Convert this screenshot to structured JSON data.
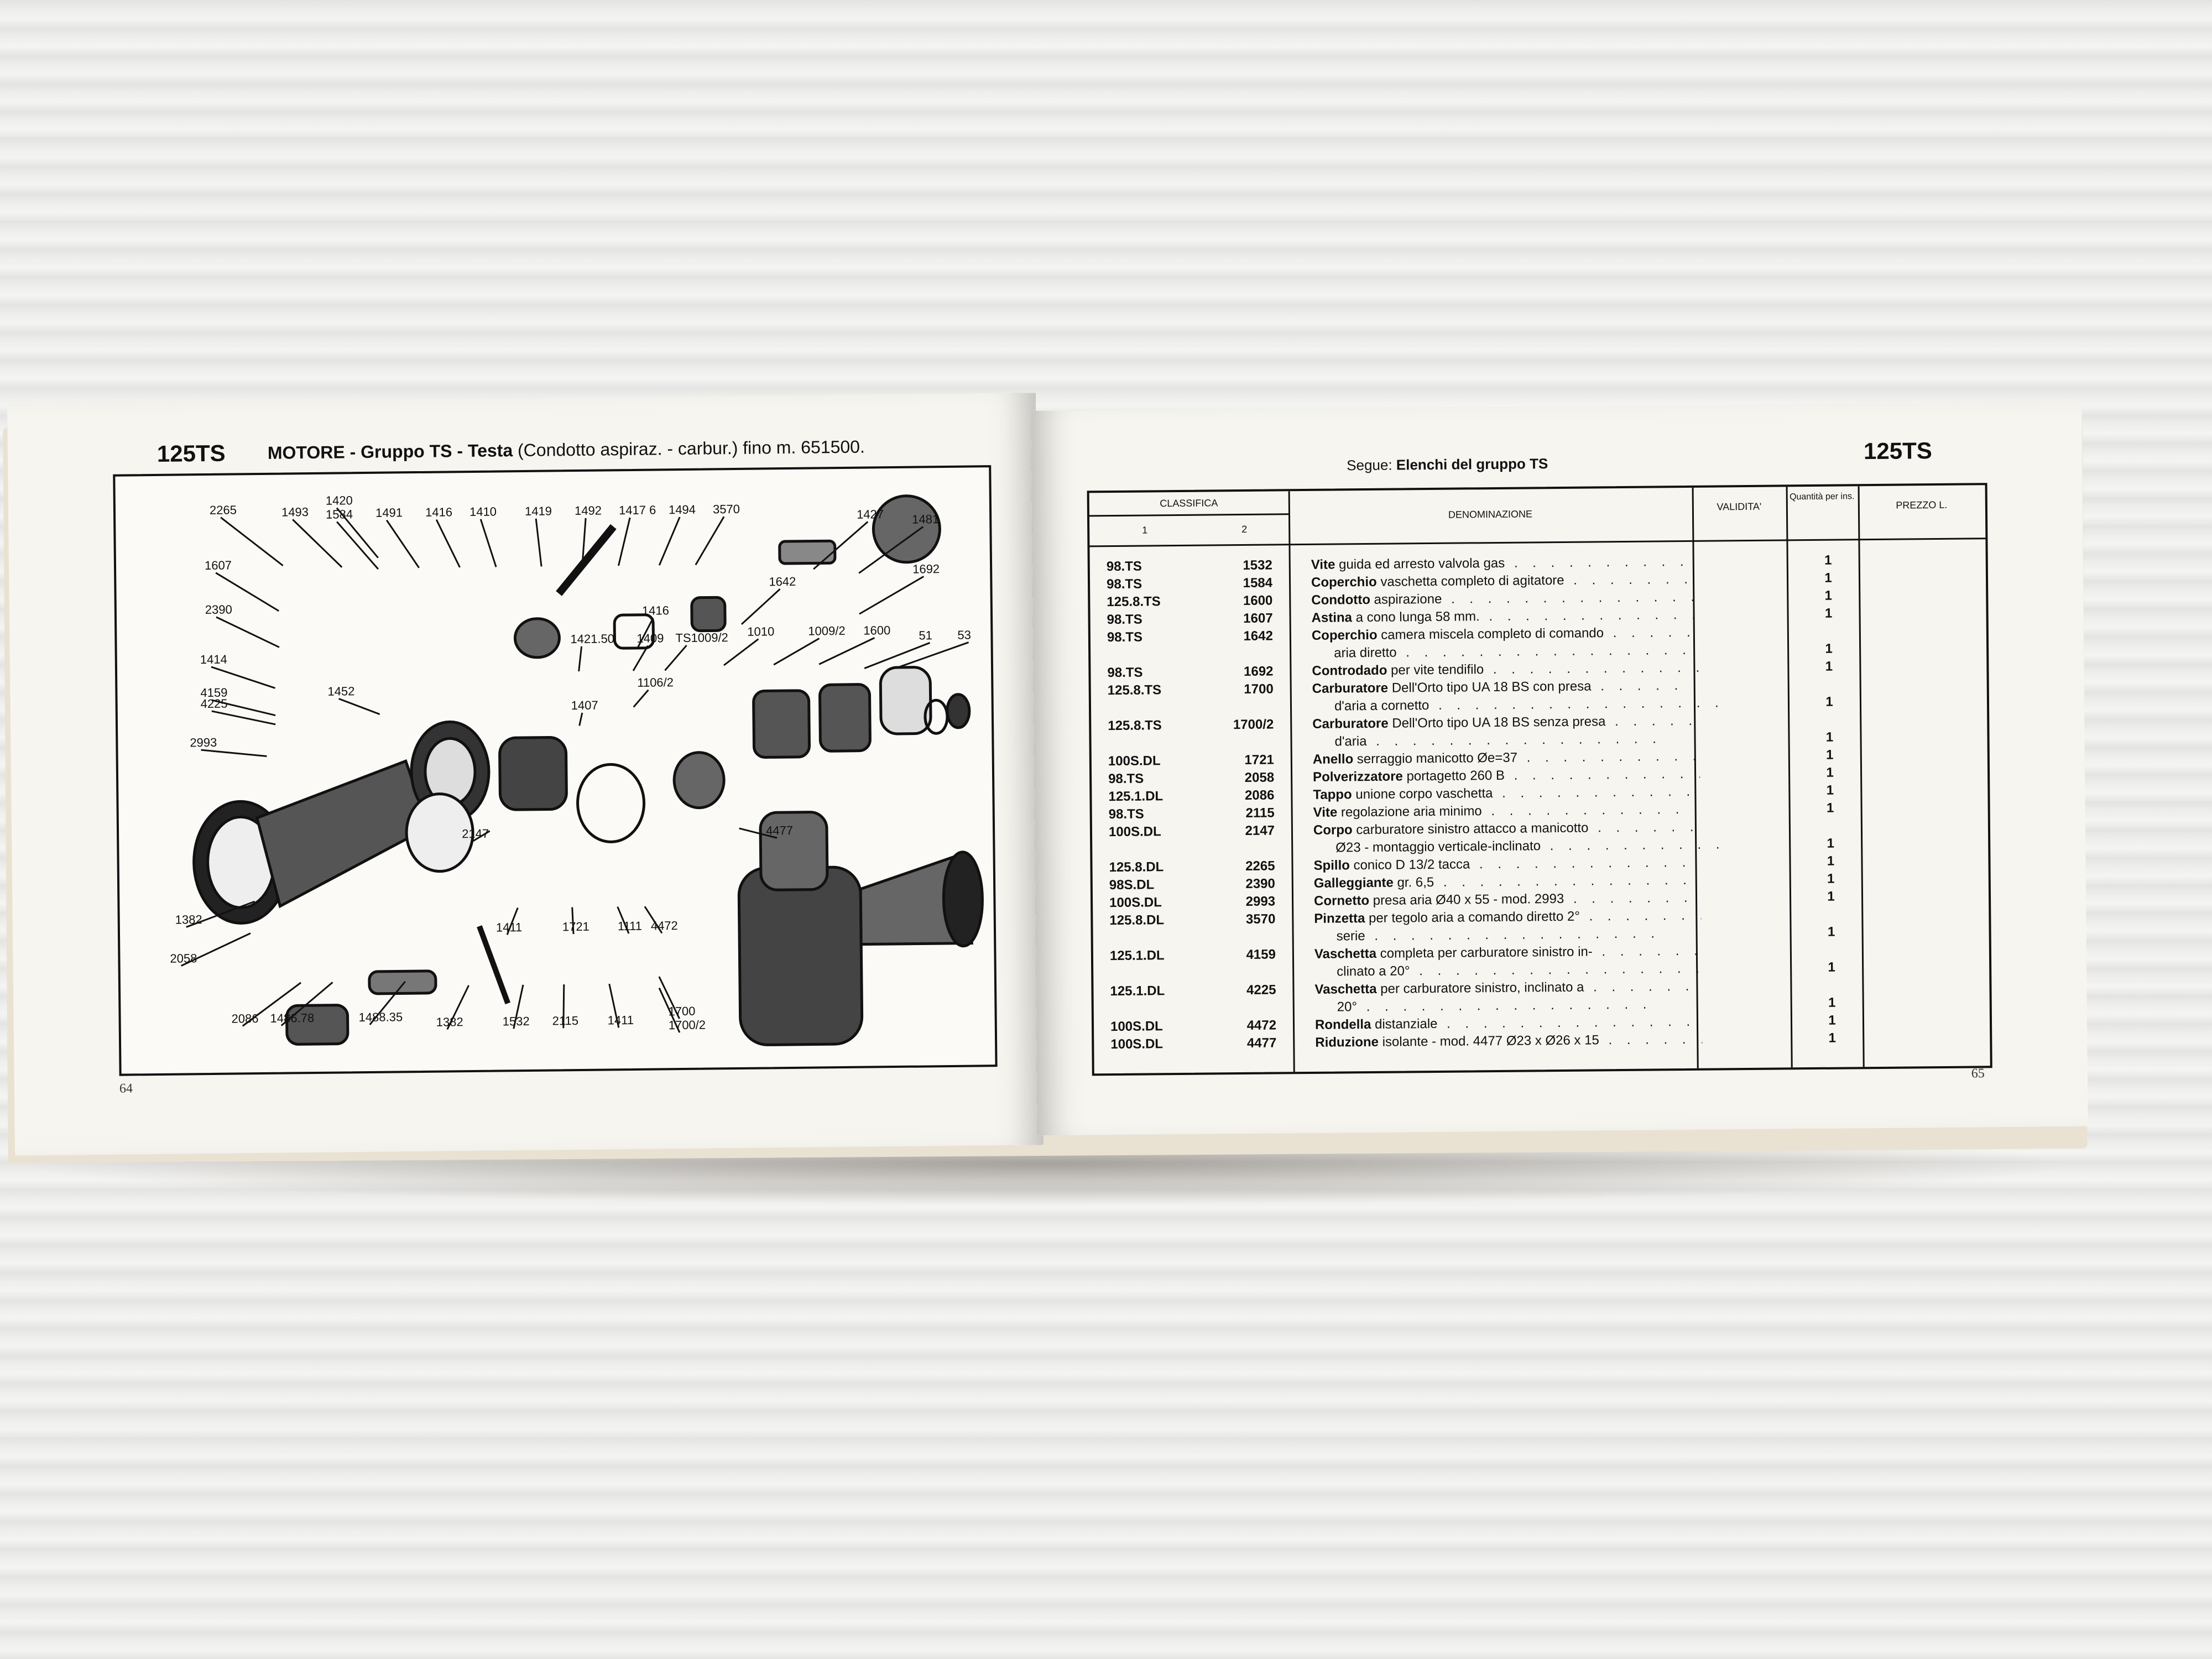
{
  "left_page": {
    "model": "125TS",
    "title_bold": "MOTORE - Gruppo TS - Testa",
    "title_rest": " (Condotto aspiraz. - carbur.) fino m. 651500.",
    "page_number": "64",
    "diagram_labels": [
      "2265",
      "1493",
      "1420",
      "1584",
      "1491",
      "1416",
      "1410",
      "1419",
      "1492",
      "1417 6",
      "1494",
      "3570",
      "1427",
      "1481",
      "1607",
      "1692",
      "1642",
      "2390",
      "1416",
      "1421.50",
      "1409",
      "TS1009/2",
      "1010",
      "1009/2",
      "1600",
      "51",
      "53",
      "1414",
      "4159",
      "4225",
      "1452",
      "1106/2",
      "1407",
      "2993",
      "2147",
      "4477",
      "1382",
      "1411",
      "1721",
      "1111",
      "4472",
      "2058",
      "2086",
      "1486.78",
      "1488.35",
      "1382",
      "1532",
      "2115",
      "1411",
      "1700",
      "1700/2"
    ]
  },
  "right_page": {
    "model": "125TS",
    "segue_prefix": "Segue: ",
    "segue_bold": "Elenchi del gruppo TS",
    "page_number": "65",
    "headers": {
      "classifica": "CLASSIFICA",
      "classifica_1": "1",
      "classifica_2": "2",
      "denominazione": "DENOMINAZIONE",
      "validita": "VALIDITA'",
      "quantita": "Quantità per ins.",
      "prezzo": "PREZZO L."
    },
    "rows": [
      {
        "c1": "98.TS",
        "c2": "1532",
        "name": "Vite",
        "desc": " guida ed arresto valvola gas",
        "qty": "1"
      },
      {
        "c1": "98.TS",
        "c2": "1584",
        "name": "Coperchio",
        "desc": " vaschetta completo di agitatore",
        "qty": "1"
      },
      {
        "c1": "125.8.TS",
        "c2": "1600",
        "name": "Condotto",
        "desc": " aspirazione",
        "qty": "1"
      },
      {
        "c1": "98.TS",
        "c2": "1607",
        "name": "Astina",
        "desc": " a cono lunga 58 mm.",
        "qty": "1"
      },
      {
        "c1": "98.TS",
        "c2": "1642",
        "name": "Coperchio",
        "desc": " camera miscela completo di comando",
        "qty": ""
      },
      {
        "c1": "",
        "c2": "",
        "name": "",
        "desc": "aria diretto",
        "qty": "1"
      },
      {
        "c1": "98.TS",
        "c2": "1692",
        "name": "Controdado",
        "desc": " per vite tendifilo",
        "qty": "1"
      },
      {
        "c1": "125.8.TS",
        "c2": "1700",
        "name": "Carburatore",
        "desc": " Dell'Orto tipo UA 18 BS con presa",
        "qty": ""
      },
      {
        "c1": "",
        "c2": "",
        "name": "",
        "desc": "d'aria a cornetto",
        "qty": "1"
      },
      {
        "c1": "125.8.TS",
        "c2": "1700/2",
        "name": "Carburatore",
        "desc": " Dell'Orto tipo UA 18 BS senza presa",
        "qty": ""
      },
      {
        "c1": "",
        "c2": "",
        "name": "",
        "desc": "d'aria",
        "qty": "1"
      },
      {
        "c1": "100S.DL",
        "c2": "1721",
        "name": "Anello",
        "desc": " serraggio manicotto Øe=37",
        "qty": "1"
      },
      {
        "c1": "98.TS",
        "c2": "2058",
        "name": "Polverizzatore",
        "desc": " portagetto 260 B",
        "qty": "1"
      },
      {
        "c1": "125.1.DL",
        "c2": "2086",
        "name": "Tappo",
        "desc": " unione corpo vaschetta",
        "qty": "1"
      },
      {
        "c1": "98.TS",
        "c2": "2115",
        "name": "Vite",
        "desc": " regolazione aria minimo",
        "qty": "1"
      },
      {
        "c1": "100S.DL",
        "c2": "2147",
        "name": "Corpo",
        "desc": " carburatore sinistro attacco a manicotto",
        "qty": ""
      },
      {
        "c1": "",
        "c2": "",
        "name": "",
        "desc": "Ø23 - montaggio verticale-inclinato",
        "qty": "1"
      },
      {
        "c1": "125.8.DL",
        "c2": "2265",
        "name": "Spillo",
        "desc": " conico D 13/2 tacca",
        "qty": "1"
      },
      {
        "c1": "98S.DL",
        "c2": "2390",
        "name": "Galleggiante",
        "desc": " gr. 6,5",
        "qty": "1"
      },
      {
        "c1": "100S.DL",
        "c2": "2993",
        "name": "Cornetto",
        "desc": " presa aria Ø40 x 55 - mod. 2993",
        "qty": "1"
      },
      {
        "c1": "125.8.DL",
        "c2": "3570",
        "name": "Pinzetta",
        "desc": " per tegolo aria a comando diretto 2°",
        "qty": ""
      },
      {
        "c1": "",
        "c2": "",
        "name": "",
        "desc": "serie",
        "qty": "1"
      },
      {
        "c1": "125.1.DL",
        "c2": "4159",
        "name": "Vaschetta",
        "desc": " completa per carburatore sinistro in-",
        "qty": ""
      },
      {
        "c1": "",
        "c2": "",
        "name": "",
        "desc": "clinato a 20°",
        "qty": "1"
      },
      {
        "c1": "125.1.DL",
        "c2": "4225",
        "name": "Vaschetta",
        "desc": " per carburatore sinistro, inclinato a",
        "qty": ""
      },
      {
        "c1": "",
        "c2": "",
        "name": "",
        "desc": "20°",
        "qty": "1"
      },
      {
        "c1": "100S.DL",
        "c2": "4472",
        "name": "Rondella",
        "desc": " distanziale",
        "qty": "1"
      },
      {
        "c1": "100S.DL",
        "c2": "4477",
        "name": "Riduzione",
        "desc": " isolante - mod. 4477 Ø23 x Ø26 x 15",
        "qty": "1"
      }
    ]
  }
}
